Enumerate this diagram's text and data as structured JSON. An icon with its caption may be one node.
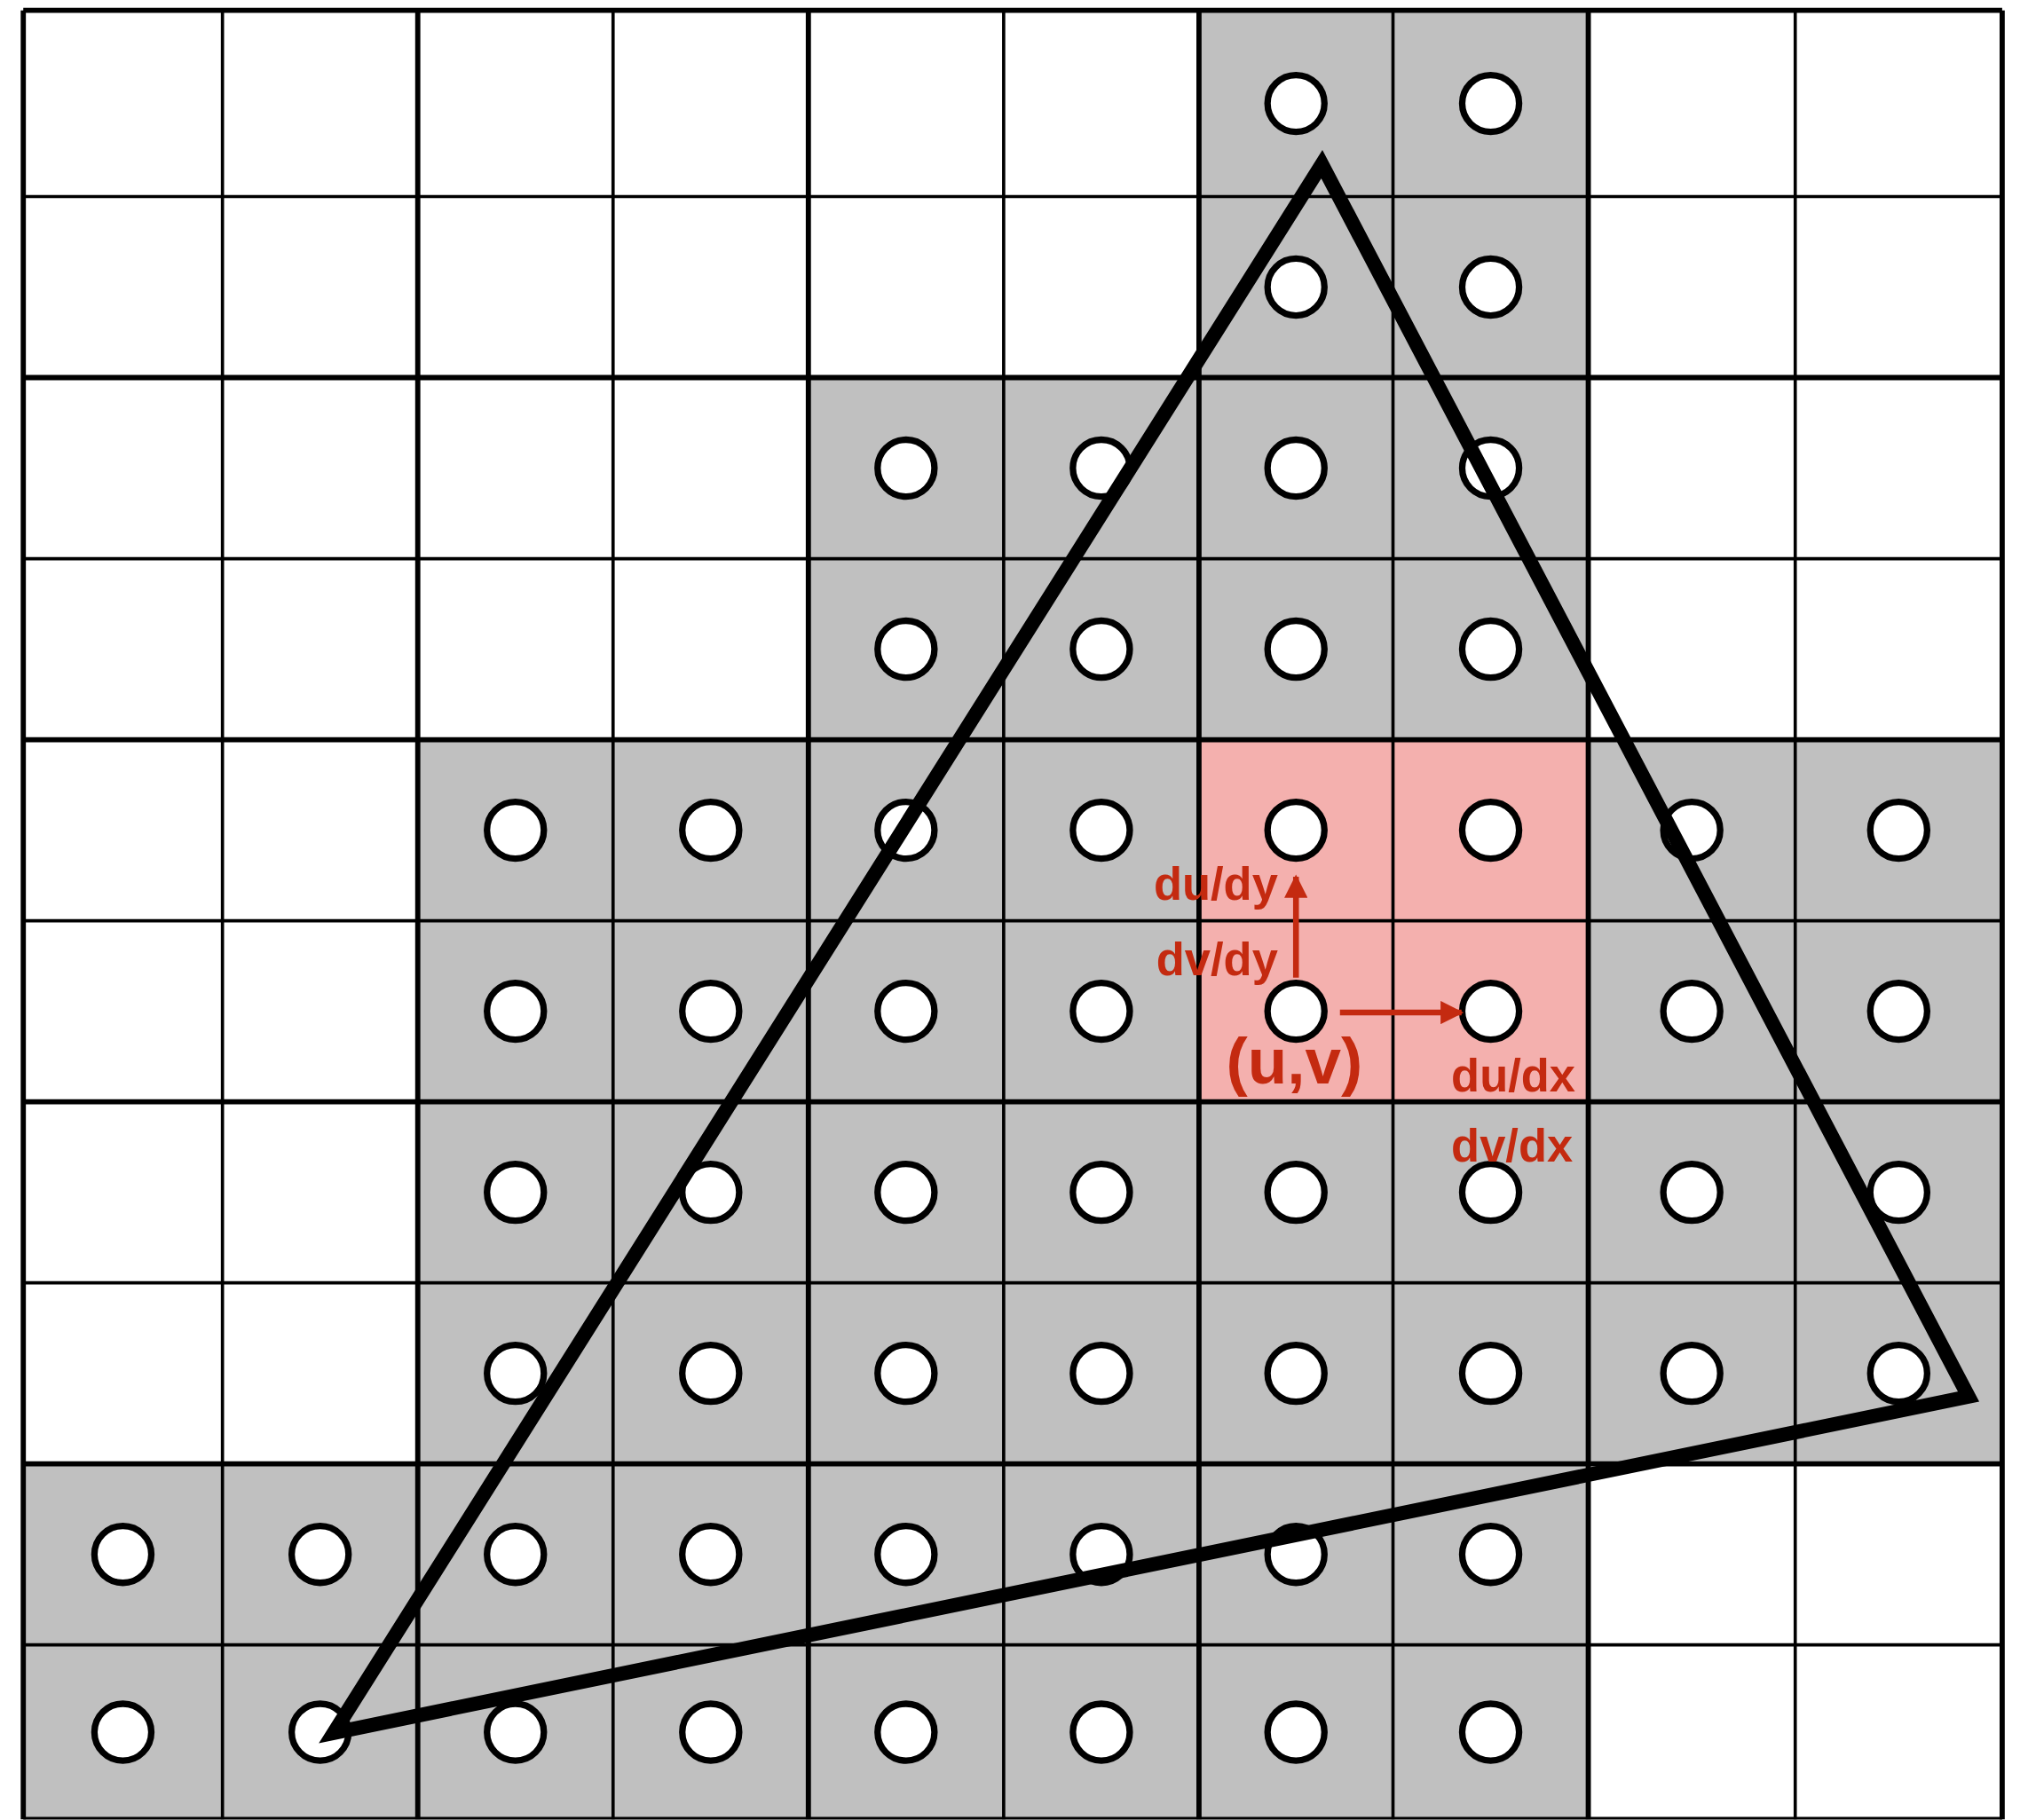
{
  "diagram": {
    "labels": [
      "du/dy",
      "dv/dy",
      "(u,v)",
      "du/dx",
      "dv/dx"
    ]
  }
}
